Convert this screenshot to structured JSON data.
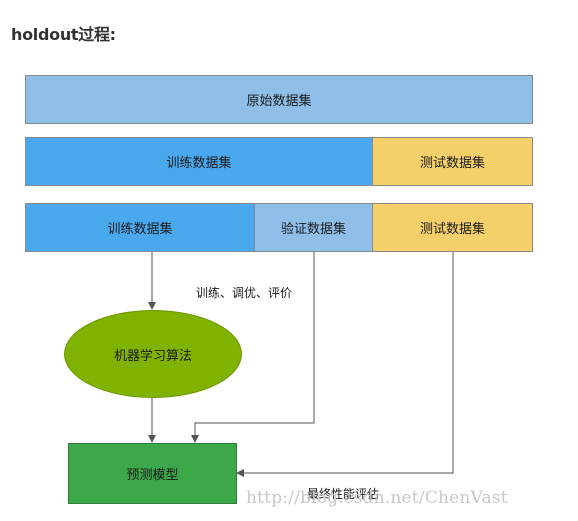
{
  "title": "holdout过程:",
  "row1": {
    "original": "原始数据集"
  },
  "row2": {
    "train": "训练数据集",
    "test": "测试数据集"
  },
  "row3": {
    "train": "训练数据集",
    "validation": "验证数据集",
    "test": "测试数据集"
  },
  "algorithm": "机器学习算法",
  "model": "预测模型",
  "labels": {
    "tune": "训练、调优、评价",
    "final_eval": "最终性能评估"
  },
  "watermark": "http://blog.csdn.net/ChenVast"
}
